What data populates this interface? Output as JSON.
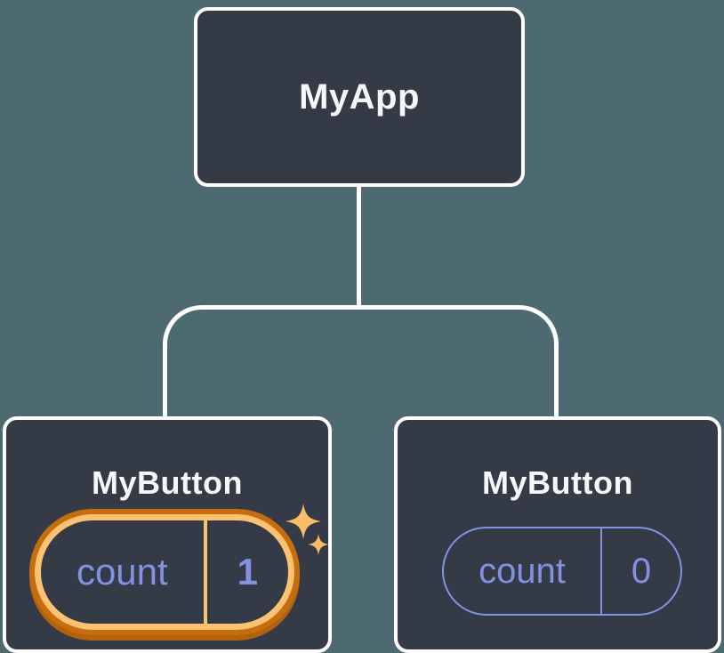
{
  "colors": {
    "background": "#4d6a72",
    "node_fill": "#343b47",
    "node_border": "#ffffff",
    "node_text": "#f6f7f9",
    "connector": "#ffffff",
    "state_purple": "#8291e2",
    "highlight_orange_light": "#fcc272",
    "highlight_orange_dark": "#c66d0e",
    "sparkle": "#f9bd68"
  },
  "tree": {
    "root": {
      "label": "MyApp"
    },
    "children": [
      {
        "label": "MyButton",
        "state": {
          "key": "count",
          "value": "1"
        },
        "highlighted": true
      },
      {
        "label": "MyButton",
        "state": {
          "key": "count",
          "value": "0"
        },
        "highlighted": false
      }
    ]
  }
}
